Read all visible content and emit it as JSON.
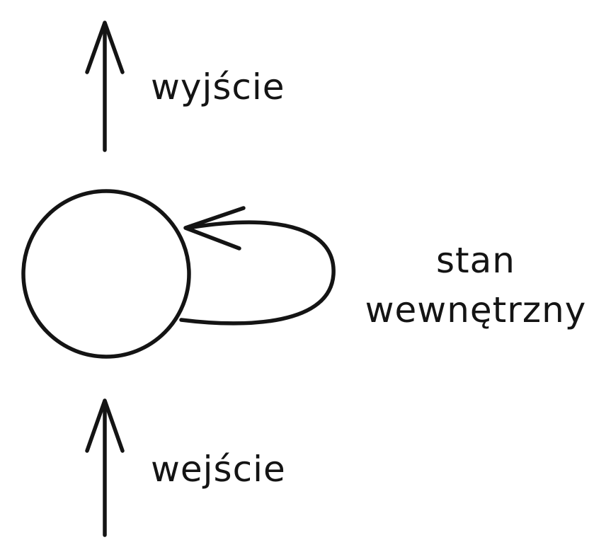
{
  "diagram": {
    "colors": {
      "stroke": "#141414",
      "background": "#ffffff"
    },
    "labels": {
      "output": "wyjście",
      "input": "wejście",
      "state_line1": "stan",
      "state_line2": "wewnętrzny"
    }
  }
}
